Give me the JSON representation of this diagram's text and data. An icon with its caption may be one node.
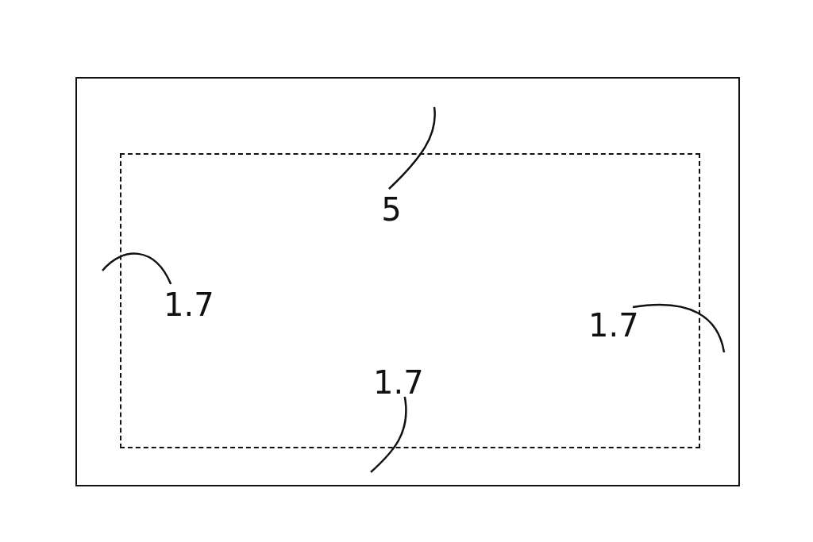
{
  "diagram": {
    "nodes": [
      {
        "text": [],
        "shape": "box"
      },
      {
        "text": [],
        "shape": "box",
        "in": 0
      },
      {
        "text": [
          "5"
        ],
        "in": 1
      },
      {
        "text": [
          "1.7"
        ],
        "in": 1
      },
      {
        "text": [
          "1.7"
        ],
        "in": 1
      },
      {
        "text": [
          "1.7"
        ],
        "in": 1
      }
    ],
    "edges": [
      {
        "from": 2,
        "to": null,
        "arrow": "none"
      },
      {
        "from": 3,
        "to": null,
        "arrow": "none"
      },
      {
        "from": 4,
        "to": null,
        "arrow": "none"
      },
      {
        "from": 5,
        "to": null,
        "arrow": "none"
      }
    ]
  }
}
